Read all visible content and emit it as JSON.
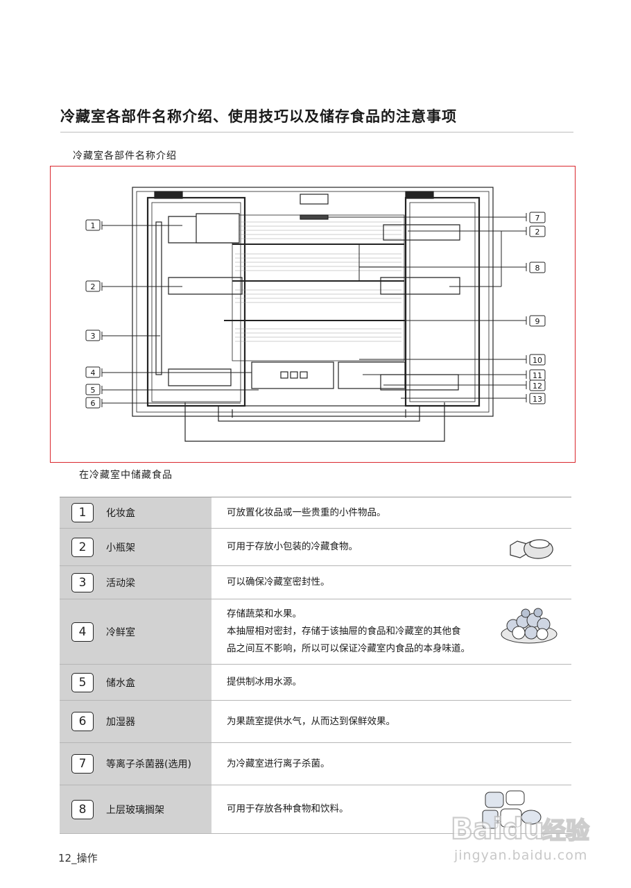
{
  "page": {
    "title": "冷藏室各部件名称介绍、使用技巧以及储存食品的注意事项",
    "section_parts": "冷藏室各部件名称介绍",
    "section_storage": "在冷藏室中储藏食品",
    "footer": "12_操作"
  },
  "diagram": {
    "left_callouts": [
      "1",
      "2",
      "3",
      "4",
      "5",
      "6"
    ],
    "right_callouts": [
      "7",
      "2",
      "8",
      "9",
      "10",
      "11",
      "12",
      "13"
    ]
  },
  "parts": [
    {
      "num": "1",
      "name": "化妆盒",
      "desc": [
        "可放置化妆品或一些贵重的小件物品。"
      ],
      "icon": "none"
    },
    {
      "num": "2",
      "name": "小瓶架",
      "desc": [
        "可用于存放小包装的冷藏食物。"
      ],
      "icon": "packaged-food-icon"
    },
    {
      "num": "3",
      "name": "活动梁",
      "desc": [
        "可以确保冷藏室密封性。"
      ],
      "icon": "none"
    },
    {
      "num": "4",
      "name": "冷鲜室",
      "desc": [
        "存储蔬菜和水果。",
        "本抽屉相对密封，存储于该抽屉的食品和冷藏室的其他食",
        "品之间互不影响，所以可以保证冷藏室内食品的本身味道。"
      ],
      "icon": "fruit-vegetable-icon"
    },
    {
      "num": "5",
      "name": "储水盒",
      "desc": [
        "提供制冰用水源。"
      ],
      "icon": "none"
    },
    {
      "num": "6",
      "name": "加湿器",
      "desc": [
        "为果蔬室提供水气，从而达到保鲜效果。"
      ],
      "icon": "none"
    },
    {
      "num": "7",
      "name": "等离子杀菌器(选用)",
      "desc": [
        "为冷藏室进行离子杀菌。"
      ],
      "icon": "none"
    },
    {
      "num": "8",
      "name": "上层玻璃搁架",
      "desc": [
        "可用于存放各种食物和饮料。"
      ],
      "icon": "food-containers-icon"
    }
  ],
  "watermark": {
    "brand": "Baidu",
    "product": "经验",
    "url": "jingyan.baidu.com"
  },
  "colors": {
    "frame_red": "#d9262c",
    "part_cell_bg": "#d2d2d2"
  }
}
